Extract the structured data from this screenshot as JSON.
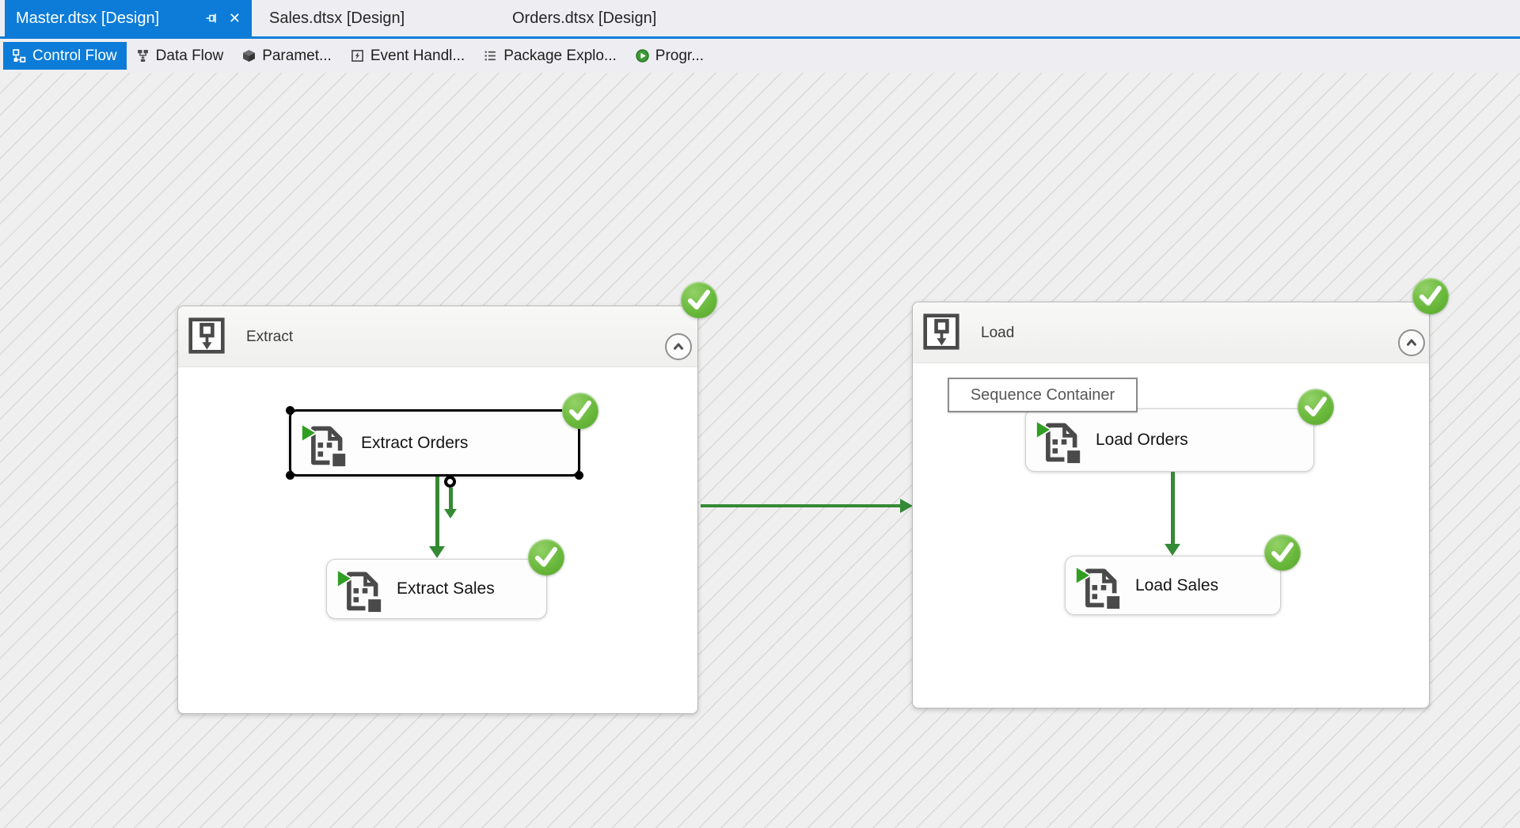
{
  "window": {
    "tabs": [
      {
        "label": "Master.dtsx [Design]",
        "active": true,
        "pinned": true
      },
      {
        "label": "Sales.dtsx [Design]",
        "active": false
      },
      {
        "label": "Orders.dtsx [Design]",
        "active": false
      }
    ]
  },
  "designer_bar": {
    "items": [
      {
        "label": "Control Flow",
        "icon": "control-flow-icon",
        "active": true
      },
      {
        "label": "Data Flow",
        "icon": "data-flow-icon",
        "active": false
      },
      {
        "label": "Paramet...",
        "icon": "parameters-icon",
        "active": false
      },
      {
        "label": "Event Handl...",
        "icon": "event-handlers-icon",
        "active": false
      },
      {
        "label": "Package Explo...",
        "icon": "package-explorer-icon",
        "active": false
      },
      {
        "label": "Progr...",
        "icon": "progress-icon",
        "active": false
      }
    ]
  },
  "canvas": {
    "tooltip": "Sequence Container",
    "containers": [
      {
        "title": "Extract",
        "status": "success",
        "collapsed": false,
        "tasks": [
          {
            "label": "Extract Orders",
            "status": "success",
            "selected": true
          },
          {
            "label": "Extract Sales",
            "status": "success",
            "selected": false
          }
        ]
      },
      {
        "title": "Load",
        "status": "success",
        "collapsed": false,
        "tasks": [
          {
            "label": "Load Orders",
            "status": "success",
            "selected": false
          },
          {
            "label": "Load Sales",
            "status": "success",
            "selected": false
          }
        ]
      }
    ],
    "connections": [
      {
        "from": "Extract Orders",
        "to": "Extract Sales"
      },
      {
        "from": "Extract",
        "to": "Load"
      },
      {
        "from": "Load Orders",
        "to": "Load Sales"
      }
    ]
  },
  "colors": {
    "accent_blue": "#0c7cd8",
    "success_green": "#6ab93c",
    "arrow_green": "#358a35",
    "canvas_bg": "#efefef",
    "hatch_line": "#d9d9d9",
    "icon_gray": "#4a4a4a"
  }
}
